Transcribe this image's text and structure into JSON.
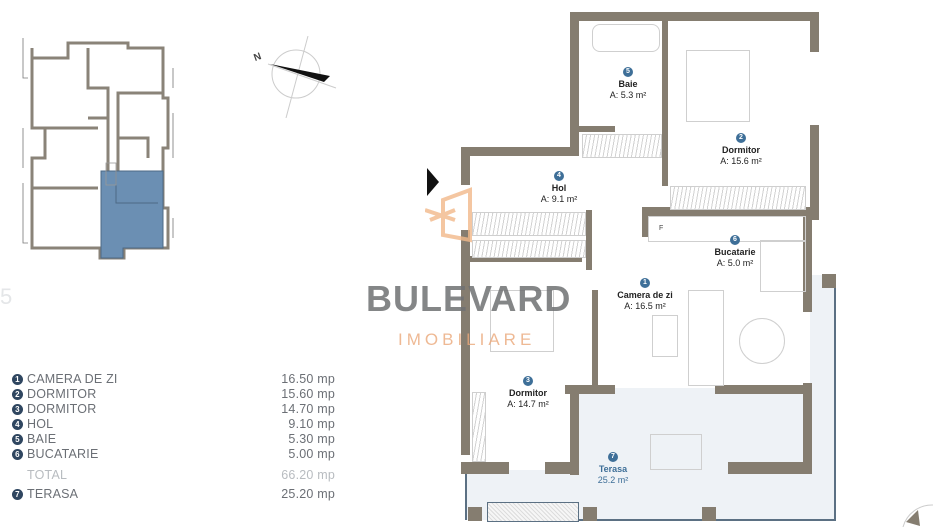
{
  "legend": {
    "faint_heading": "5",
    "rooms": [
      {
        "num": "1",
        "label": "CAMERA DE ZI",
        "value": "16.50 mp"
      },
      {
        "num": "2",
        "label": "DORMITOR",
        "value": "15.60 mp"
      },
      {
        "num": "3",
        "label": "DORMITOR",
        "value": "14.70 mp"
      },
      {
        "num": "4",
        "label": "HOL",
        "value": "9.10 mp"
      },
      {
        "num": "5",
        "label": "BAIE",
        "value": "5.30 mp"
      },
      {
        "num": "6",
        "label": "BUCATARIE",
        "value": "5.00 mp"
      }
    ],
    "total": {
      "label": "TOTAL",
      "value": "66.20 mp"
    },
    "terrace": {
      "num": "7",
      "label": "TERASA",
      "value": "25.20 mp"
    }
  },
  "compass": {
    "label": "N"
  },
  "plan": {
    "rooms": [
      {
        "num": "1",
        "name": "Camera de zi",
        "area": "A: 16.5 m²"
      },
      {
        "num": "2",
        "name": "Dormitor",
        "area": "A: 15.6 m²"
      },
      {
        "num": "3",
        "name": "Dormitor",
        "area": "A: 14.7 m²"
      },
      {
        "num": "4",
        "name": "Hol",
        "area": "A: 9.1 m²"
      },
      {
        "num": "5",
        "name": "Baie",
        "area": "A: 5.3 m²"
      },
      {
        "num": "6",
        "name": "Bucatarie",
        "area": "A: 5.0 m²"
      },
      {
        "num": "7",
        "name": "Terasa",
        "area": "25.2 m²"
      }
    ],
    "fridge_label": "F"
  },
  "watermark": {
    "title": "BULEVARD",
    "subtitle": "IMOBILIARE"
  },
  "colors": {
    "wall": "#857d70",
    "highlight": "#6b8fb3",
    "terrace": "#eef2f6",
    "accent": "#3e6f98",
    "brand_orange": "#eba87a"
  }
}
